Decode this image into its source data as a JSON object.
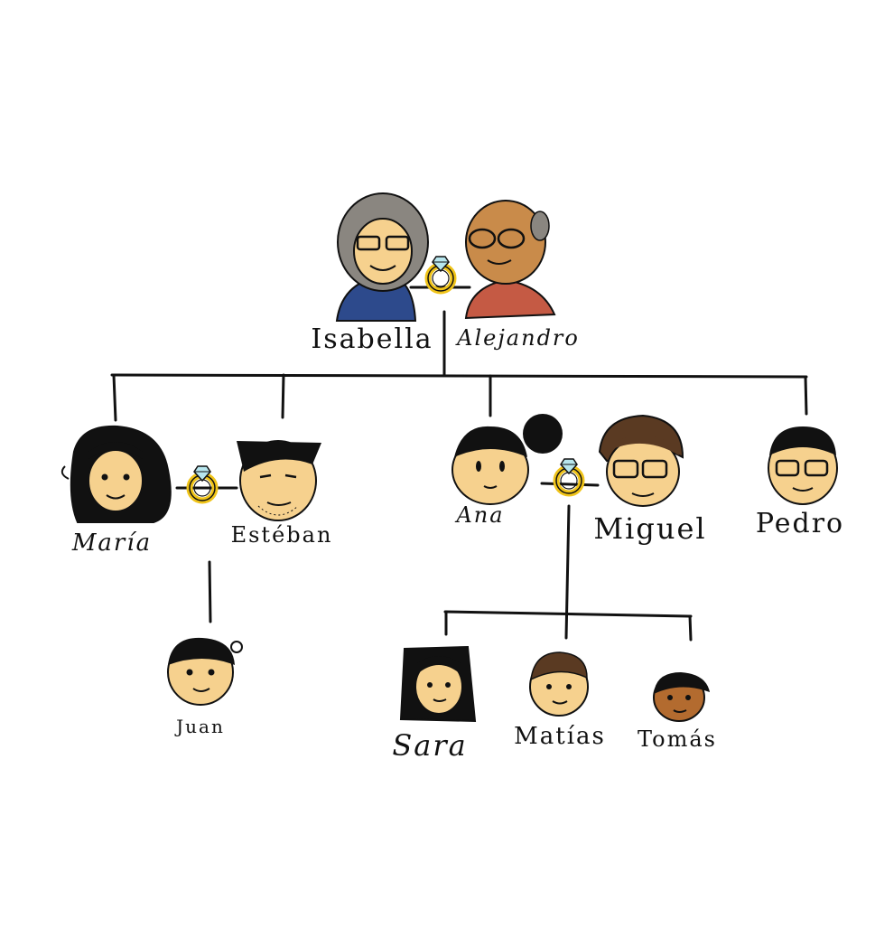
{
  "colors": {
    "line": "#111111",
    "skin_light": "#f6d18e",
    "skin_tan": "#c98b4a",
    "skin_dark": "#b36b2f",
    "hair_black": "#111111",
    "hair_grey": "#8a8680",
    "hair_brown": "#5a3a22",
    "ring_gold": "#f0c419",
    "ring_gem": "#b7e6ee",
    "shirt_blue": "#2d4a8c",
    "shirt_red": "#c55a44"
  },
  "people": {
    "isabella": {
      "name": "Isabella",
      "icon": "grandmother-portrait"
    },
    "alejandro": {
      "name": "Alejandro",
      "icon": "grandfather-portrait"
    },
    "maria": {
      "name": "María",
      "icon": "woman-curly-hair-portrait"
    },
    "esteban": {
      "name": "Estéban",
      "icon": "man-beard-portrait"
    },
    "ana": {
      "name": "Ana",
      "icon": "woman-bun-portrait"
    },
    "miguel": {
      "name": "Miguel",
      "icon": "man-glasses-portrait"
    },
    "pedro": {
      "name": "Pedro",
      "icon": "man-glasses-portrait"
    },
    "juan": {
      "name": "Juan",
      "icon": "boy-portrait"
    },
    "sara": {
      "name": "Sara",
      "icon": "girl-portrait"
    },
    "matias": {
      "name": "Matías",
      "icon": "boy-portrait"
    },
    "tomas": {
      "name": "Tomás",
      "icon": "boy-portrait"
    }
  },
  "marriage_icon": "wedding-ring-icon"
}
